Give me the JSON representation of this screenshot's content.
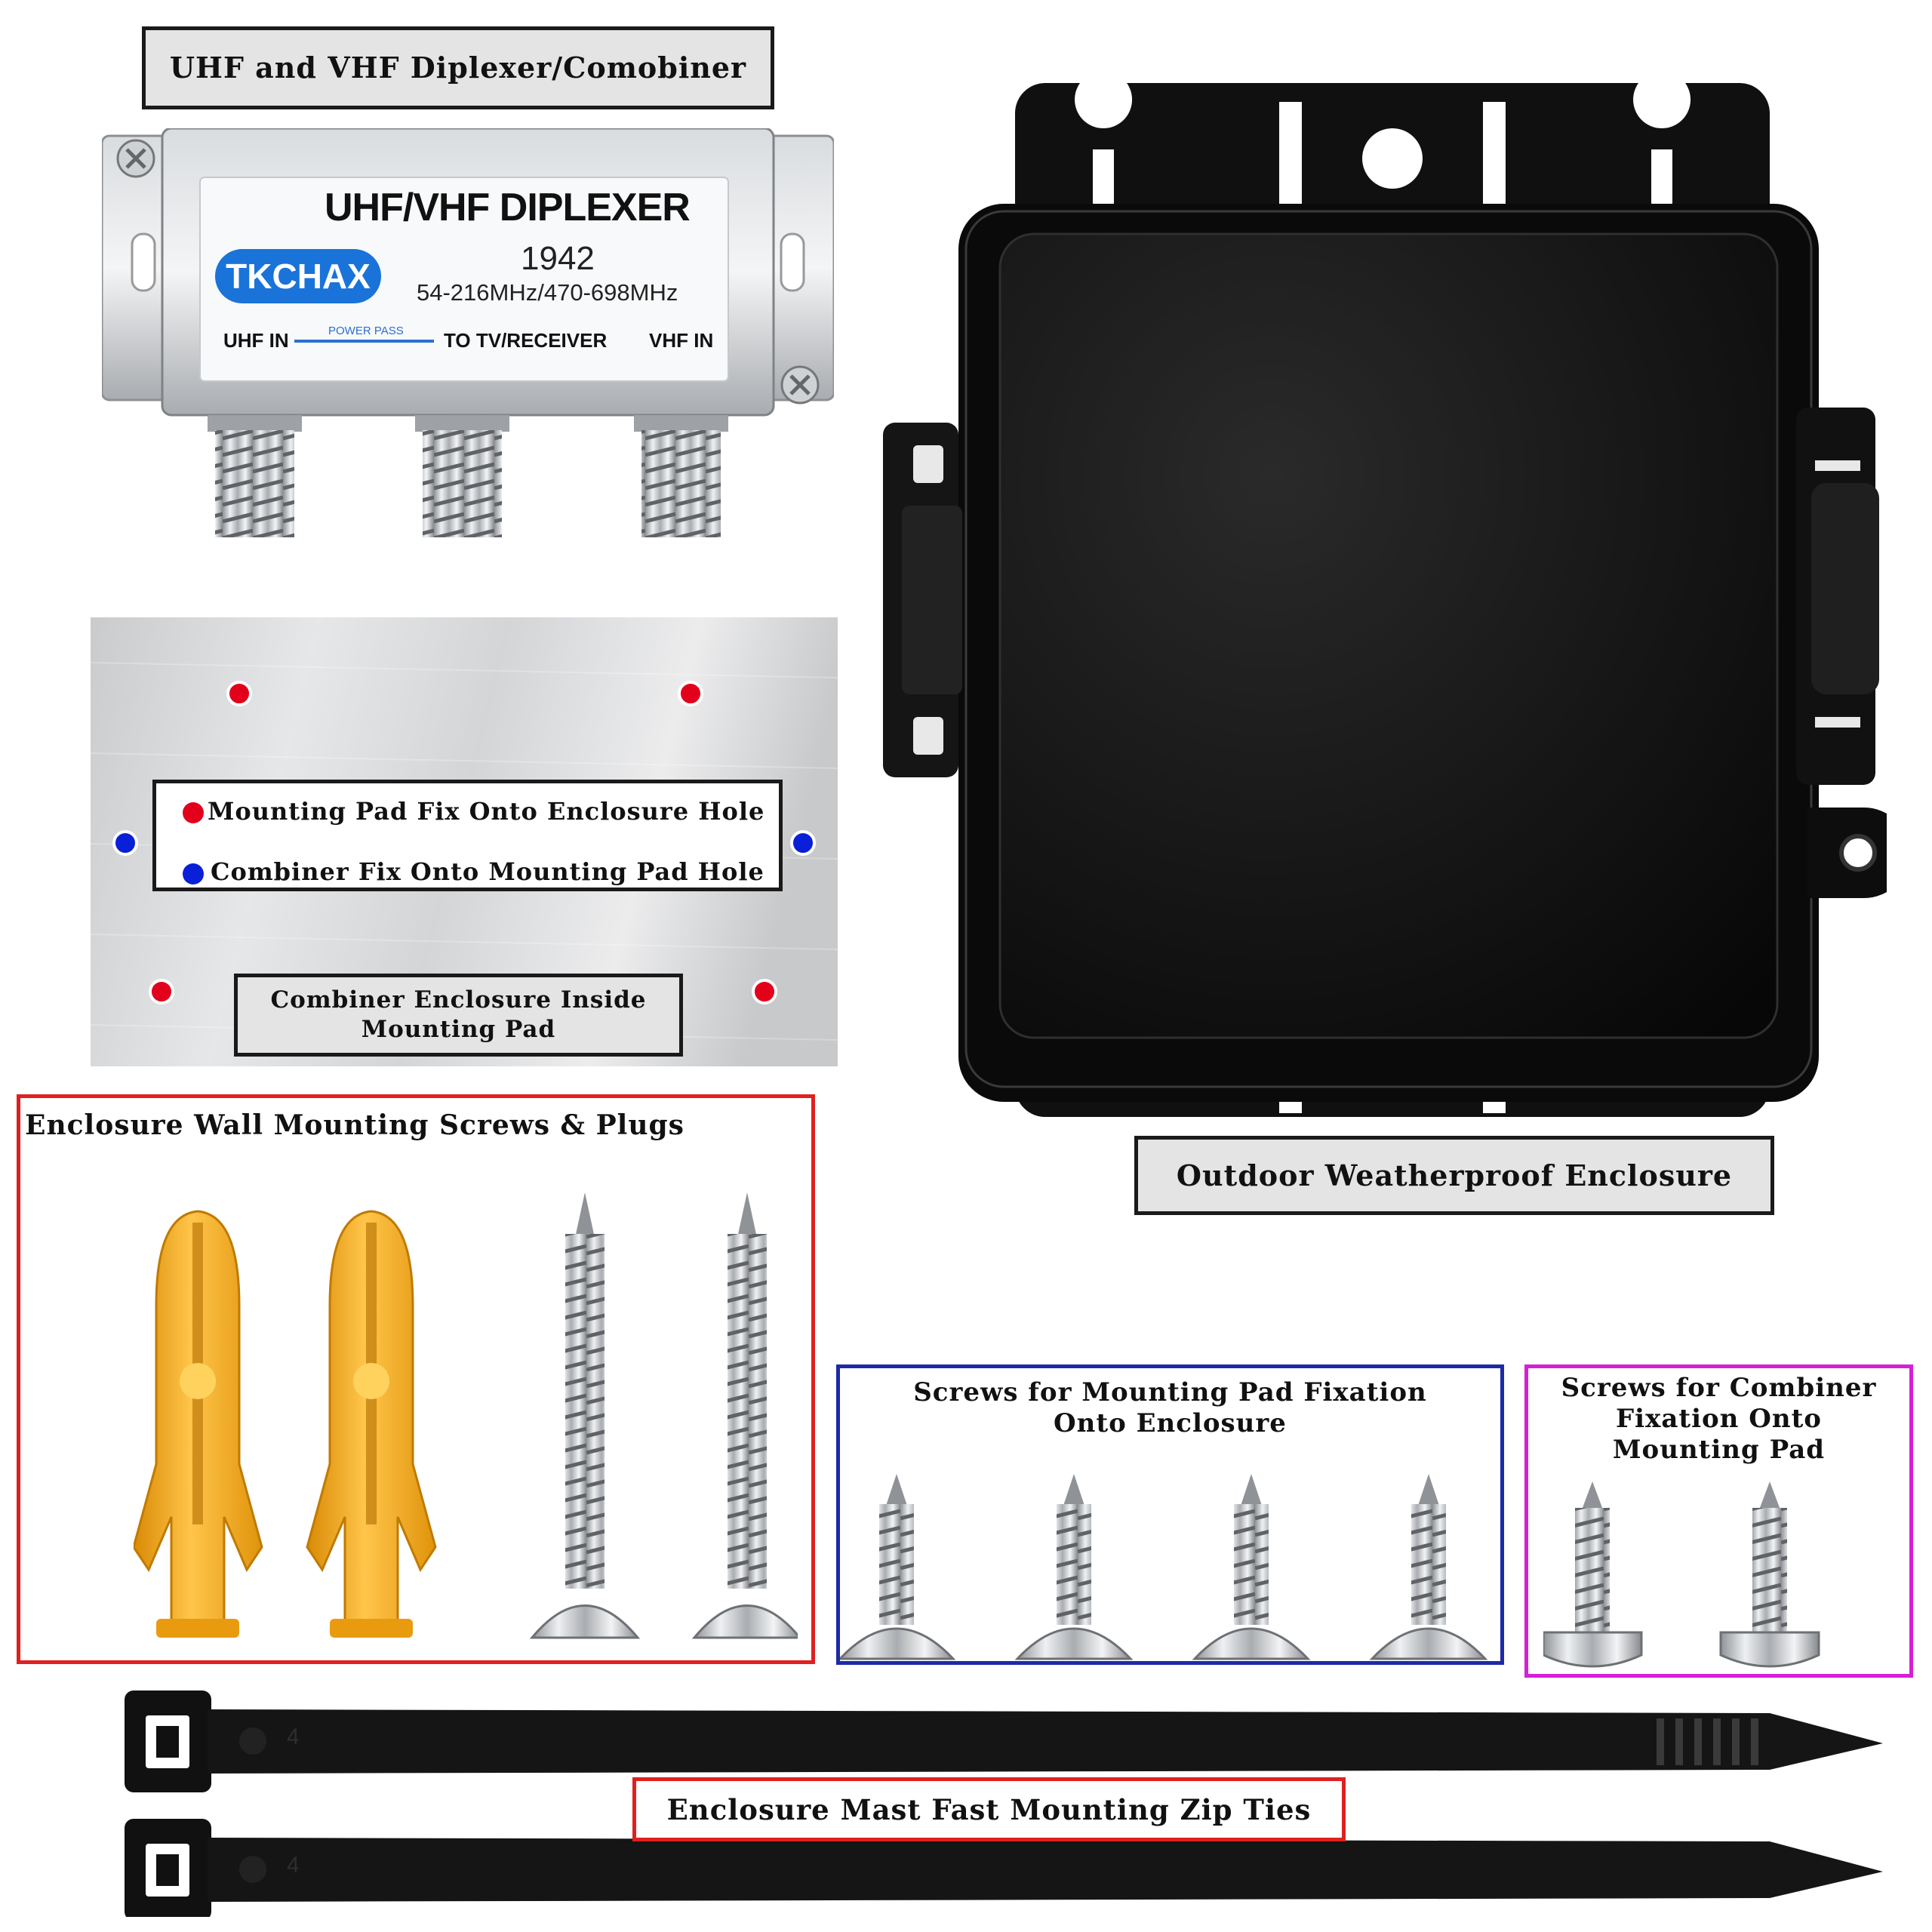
{
  "labels": {
    "diplexer": "UHF and VHF Diplexer/Comobiner",
    "enclosure": "Outdoor Weatherproof Enclosure",
    "pad_line1": "Combiner Enclosure Inside",
    "pad_line2": "Mounting Pad",
    "wall_screws": "Enclosure Wall Mounting Screws & Plugs",
    "pad_screws_line1": "Screws for Mounting Pad Fixation",
    "pad_screws_line2": "Onto Enclosure",
    "combiner_screws_line1": "Screws for Combiner",
    "combiner_screws_line2": "Fixation Onto",
    "combiner_screws_line3": "Mounting Pad",
    "zip_ties": "Enclosure Mast Fast Mounting Zip Ties"
  },
  "legend": {
    "red_text": "Mounting Pad Fix Onto Enclosure Hole",
    "blue_text": "Combiner Fix Onto Mounting Pad Hole"
  },
  "diplexer": {
    "title": "UHF/VHF DIPLEXER",
    "brand": "TKCHAX",
    "model": "1942",
    "freq": "54-216MHz/470-698MHz",
    "port_uhf": "UHF IN",
    "power_pass": "POWER PASS",
    "port_tv": "TO TV/RECEIVER",
    "port_vhf": "VHF IN"
  },
  "zip_tie_mark": "4",
  "colors": {
    "red_marker": "#e3001b",
    "blue_marker": "#0a1fd8",
    "wall_frame": "#e02020",
    "pad_screws_frame": "#1c2aa8",
    "combiner_screws_frame": "#d61fd6",
    "plug": "#f2a514",
    "brand_blue": "#1a73d9"
  }
}
